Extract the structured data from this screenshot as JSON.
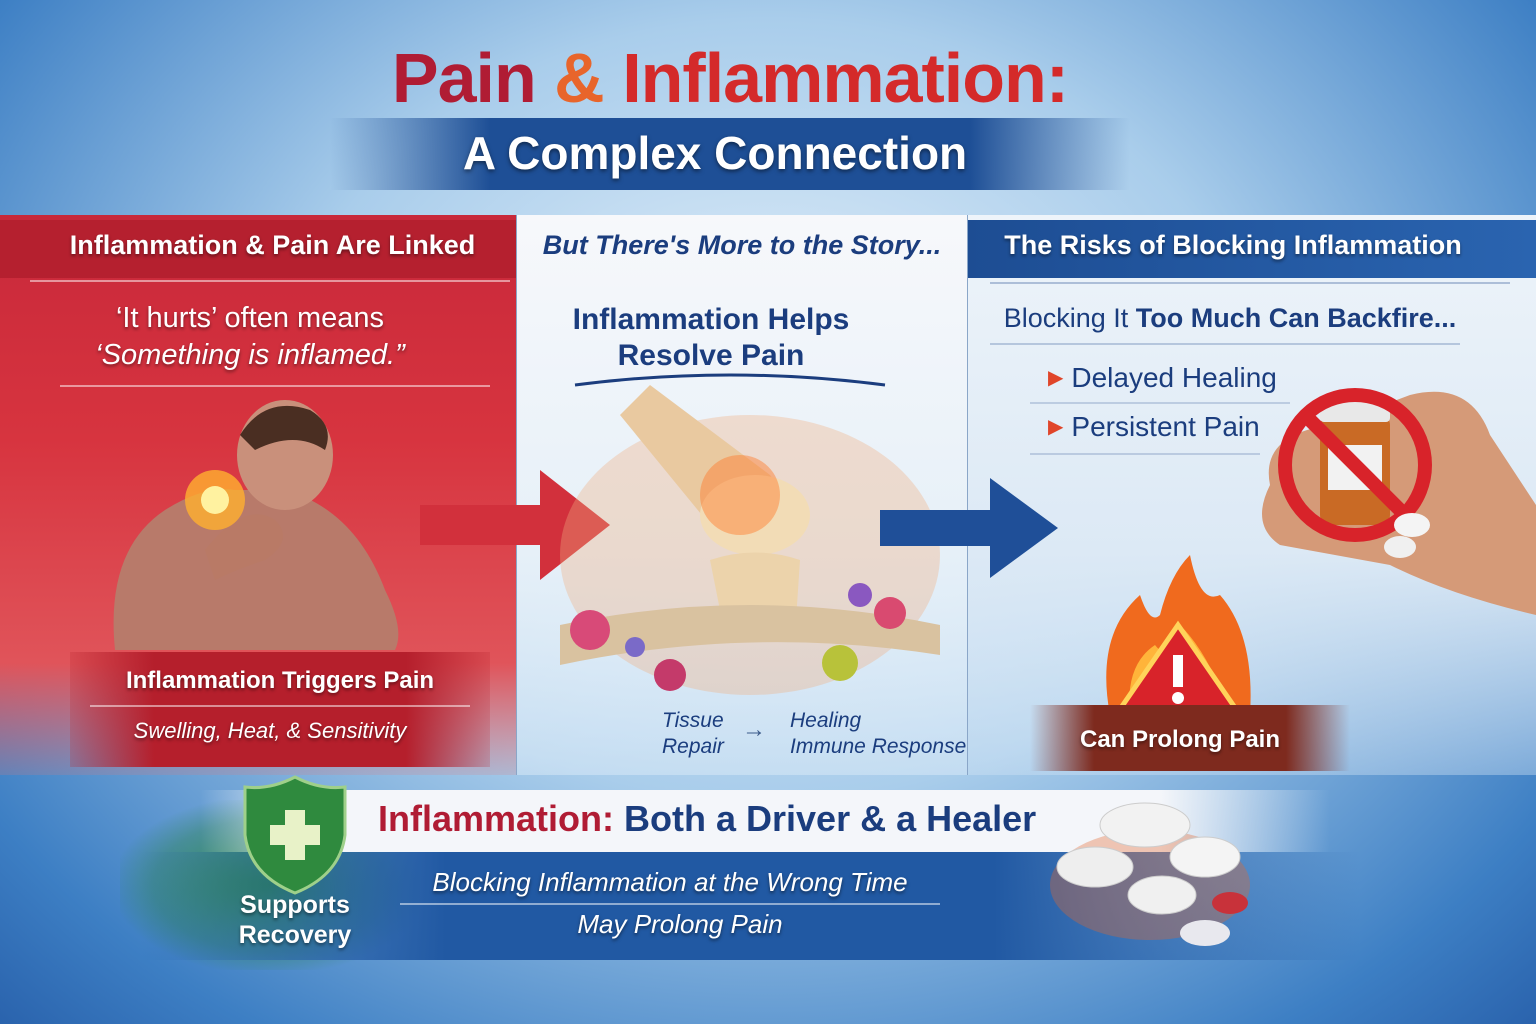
{
  "title": {
    "part1": "Pain",
    "amp": "&",
    "part2": "Inflammation:",
    "subtitle": "A Complex Connection"
  },
  "columns": [
    {
      "header": "Inflammation & Pain Are Linked",
      "quote_line1": "‘It hurts’ often means",
      "quote_line2": "‘Something is inflamed.”",
      "caption": "Inflammation Triggers Pain",
      "subcaption": "Swelling, Heat, & Sensitivity"
    },
    {
      "header": "But There's More to the Story...",
      "heading_line1": "Inflammation Helps",
      "heading_line2": "Resolve Pain",
      "label1_line1": "Tissue",
      "label1_line2": "Repair",
      "label2_line1": "Healing",
      "label2_line2": "Immune Response"
    },
    {
      "header": "The Risks of Blocking Inflammation",
      "heading_pre": "Blocking It ",
      "heading_bold": "Too Much Can Backfire...",
      "bullets": [
        "Delayed Healing",
        "Persistent Pain"
      ],
      "caption": "Can Prolong Pain"
    }
  ],
  "bottom": {
    "headline_red": "Inflammation:",
    "headline_blue": "Both a Driver & a Healer",
    "line1": "Blocking Inflammation at the Wrong Time",
    "line2": "May Prolong Pain",
    "badge_line1": "Supports",
    "badge_line2": "Recovery"
  },
  "colors": {
    "dark_red": "#b01c34",
    "orange": "#e8652b",
    "navy": "#1b3d7e",
    "green": "#2f8a4a"
  }
}
